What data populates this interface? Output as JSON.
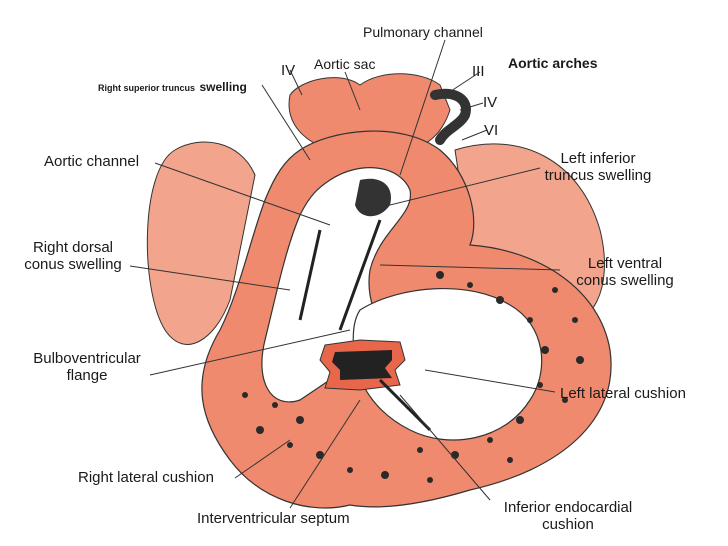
{
  "colors": {
    "tissue": "#f08a6e",
    "tissue_dark": "#e8664a",
    "atrium": "#f2a58c",
    "lumen": "#ffffff",
    "outline": "#2a2a2a"
  },
  "labels": {
    "pulmonary_channel": "Pulmonary channel",
    "aortic_sac": "Aortic sac",
    "aortic_arches": "Aortic arches",
    "arch_iv_left": "IV",
    "arch_iii": "III",
    "arch_iv_right": "IV",
    "arch_vi": "VI",
    "right_superior_truncus_small": "Right superior truncus",
    "right_superior_truncus_big": "swelling",
    "aortic_channel": "Aortic channel",
    "left_inferior_truncus_1": "Left inferior",
    "left_inferior_truncus_2": "truncus swelling",
    "right_dorsal_1": "Right dorsal",
    "right_dorsal_2": "conus swelling",
    "left_ventral_1": "Left ventral",
    "left_ventral_2": "conus swelling",
    "bulboventricular_1": "Bulboventricular",
    "bulboventricular_2": "flange",
    "left_lateral_cushion": "Left lateral cushion",
    "right_lateral_cushion": "Right lateral cushion",
    "inferior_endocardial_1": "Inferior endocardial",
    "inferior_endocardial_2": "cushion",
    "interventricular_septum": "Interventricular septum"
  }
}
